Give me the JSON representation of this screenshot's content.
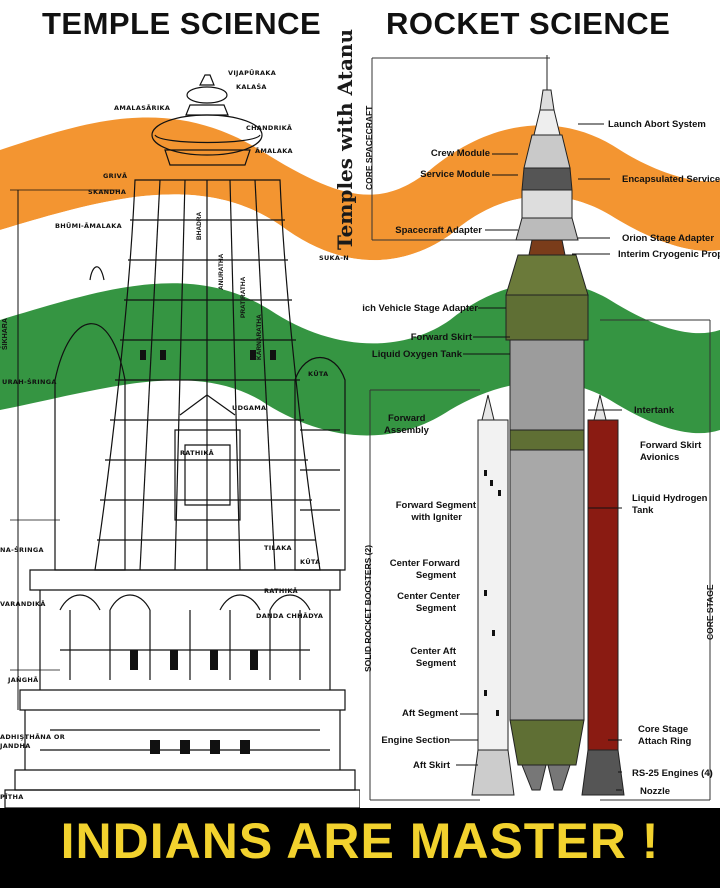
{
  "headers": {
    "left": "TEMPLE SCIENCE",
    "right": "ROCKET SCIENCE"
  },
  "watermark": "Temples with Atanu",
  "banner": "INDIANS ARE MASTER !",
  "colors": {
    "saffron": "#f28c1f",
    "green": "#1f8a2e",
    "banner_bg": "#000000",
    "banner_text": "#f2d22e"
  },
  "temple_labels": {
    "vijapuraka": "VIJAPŪRAKA",
    "kalasa": "KALAŚA",
    "amalasarika": "AMALASĀRIKA",
    "chandrika": "CHANDRIKĀ",
    "amalaka": "ĀMALAKA",
    "griva": "GRIVĀ",
    "skandha": "SKANDHA",
    "bhumi_amalaka": "BHŪMI-ĀMALAKA",
    "bhadra": "BHADRA",
    "anuratha": "ANURATHA",
    "pratiratha": "PRATIRATHA",
    "karnaratha": "KARNARATHA",
    "suka": "SUKA-N",
    "sikhara": "ŚIKHARA",
    "urah_sringa": "URAH-ŚRINGA",
    "kuta1": "KŪTA",
    "udgama": "UDGAMA",
    "rathika1": "RATHIKĀ",
    "na_sringa": "NA-ŚRINGA",
    "tilaka": "TILAKA",
    "kuta2": "KŪTA",
    "rathika2": "RATHIKĀ",
    "varandika": "VARANDIKĀ",
    "danda_chhadya": "DANDA CHHĀDYA",
    "jangha": "JAṄGHĀ",
    "adhisthana": "ADHIŞTHĀNA OR",
    "jandha": "JANDHA",
    "pitha": "PĪTHA"
  },
  "rocket_labels": {
    "launch_abort": "Launch Abort System",
    "crew_module": "Crew Module",
    "service_module": "Service Module",
    "encapsulated": "Encapsulated Service M",
    "spacecraft_adapter": "Spacecraft Adapter",
    "orion_adapter": "Orion Stage Adapter",
    "icps": "Interim Cryogenic Propul",
    "lvsa": "ich Vehicle Stage Adapter",
    "forward_skirt": "Forward Skirt",
    "lox_tank": "Liquid Oxygen Tank",
    "forward_assembly_1": "Forward",
    "forward_assembly_2": "Assembly",
    "intertank": "Intertank",
    "fs_avionics_1": "Forward Skirt",
    "fs_avionics_2": "Avionics",
    "fwd_segment_1": "Forward Segment",
    "fwd_segment_2": "with Igniter",
    "lh2_tank_1": "Liquid Hydrogen",
    "lh2_tank_2": "Tank",
    "center_fwd_1": "Center Forward",
    "center_fwd_2": "Segment",
    "center_center_1": "Center Center",
    "center_center_2": "Segment",
    "center_aft_1": "Center Aft",
    "center_aft_2": "Segment",
    "aft_segment": "Aft Segment",
    "engine_section": "Engine Section",
    "core_attach_1": "Core Stage",
    "core_attach_2": "Attach Ring",
    "aft_skirt": "Aft Skirt",
    "rs25": "RS-25 Engines (4)",
    "nozzle": "Nozzle",
    "core_spacecraft": "CORE SPACECRAFT",
    "srb": "SOLID ROCKET BOOSTERS (2)",
    "core_stage": "CORE STAGE"
  }
}
